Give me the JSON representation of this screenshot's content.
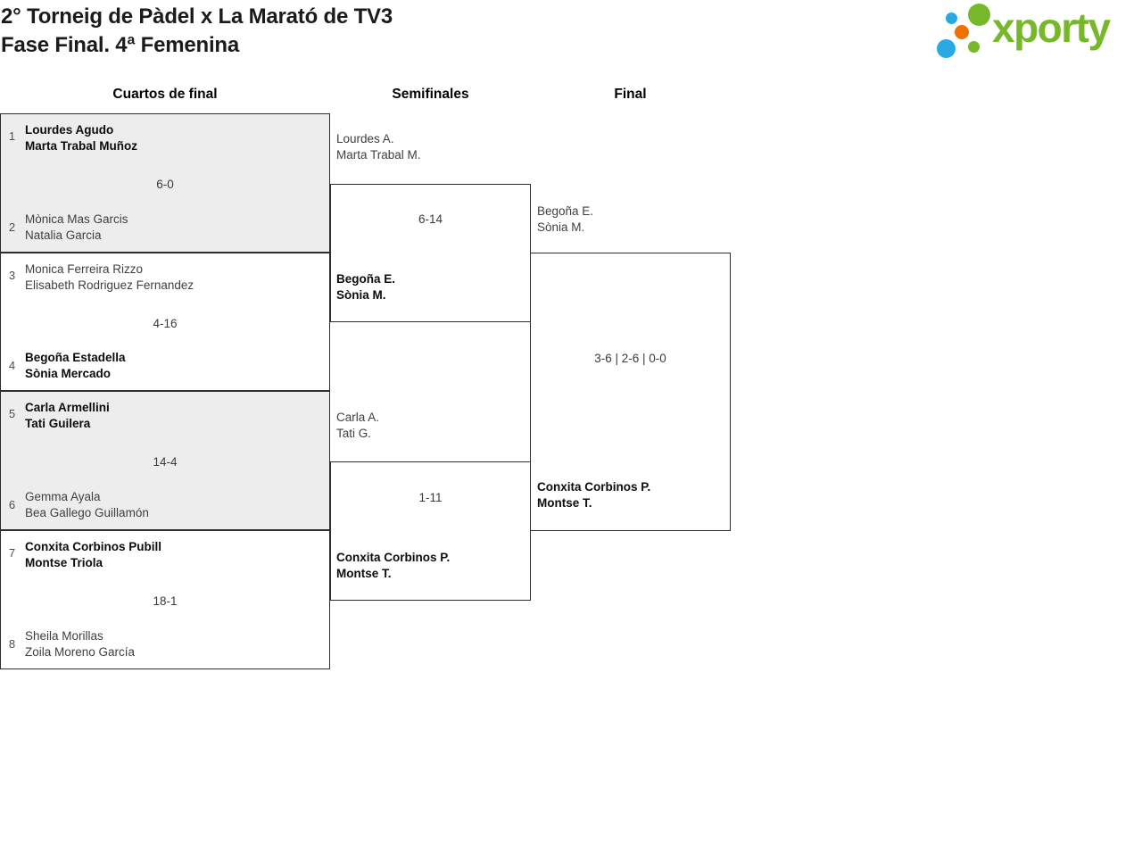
{
  "header": {
    "title_line1": "2° Torneig de Pàdel x La Marató de TV3",
    "title_line2": "Fase Final. 4ª Femenina",
    "logo_text": "xporty"
  },
  "columns": {
    "quarterfinals": "Cuartos de final",
    "semifinals": "Semifinales",
    "final": "Final"
  },
  "colors": {
    "brand_green": "#76b82a",
    "brand_blue": "#29a9e1",
    "brand_orange": "#ee7203",
    "match_shading": "#ededed",
    "border": "#2d2d2d",
    "winner_text": "#0c0c0c",
    "regular_text": "#3f3f3f"
  },
  "bracket": {
    "quarterfinals": [
      {
        "seed_top": "1",
        "team_top_line1": "Lourdes Agudo",
        "team_top_line2": "Marta Trabal Muñoz",
        "score": "6-0",
        "seed_bottom": "2",
        "team_bottom_line1": "Mònica Mas Garcis",
        "team_bottom_line2": "Natalia Garcia"
      },
      {
        "seed_top": "3",
        "team_top_line1": "Monica Ferreira Rizzo",
        "team_top_line2": "Elisabeth Rodriguez Fernandez",
        "score": "4-16",
        "seed_bottom": "4",
        "team_bottom_line1": "Begoña Estadella",
        "team_bottom_line2": "Sònia Mercado"
      },
      {
        "seed_top": "5",
        "team_top_line1": "Carla Armellini",
        "team_top_line2": "Tati Guilera",
        "score": "14-4",
        "seed_bottom": "6",
        "team_bottom_line1": "Gemma Ayala",
        "team_bottom_line2": "Bea Gallego Guillamón"
      },
      {
        "seed_top": "7",
        "team_top_line1": "Conxita Corbinos Pubill",
        "team_top_line2": "Montse Triola",
        "score": "18-1",
        "seed_bottom": "8",
        "team_bottom_line1": "Sheila Morillas",
        "team_bottom_line2": "Zoila Moreno García"
      }
    ],
    "semifinals": [
      {
        "team_top_line1": "Lourdes A.",
        "team_top_line2": "Marta Trabal M.",
        "score": "6-14",
        "team_bottom_line1": "Begoña E.",
        "team_bottom_line2": "Sònia M."
      },
      {
        "team_top_line1": "Carla A.",
        "team_top_line2": "Tati G.",
        "score": "1-11",
        "team_bottom_line1": "Conxita Corbinos P.",
        "team_bottom_line2": "Montse T."
      }
    ],
    "final": {
      "team_top_line1": "Begoña E.",
      "team_top_line2": "Sònia M.",
      "score": "3-6 | 2-6 | 0-0",
      "team_bottom_line1": "Conxita Corbinos P.",
      "team_bottom_line2": "Montse T."
    }
  }
}
